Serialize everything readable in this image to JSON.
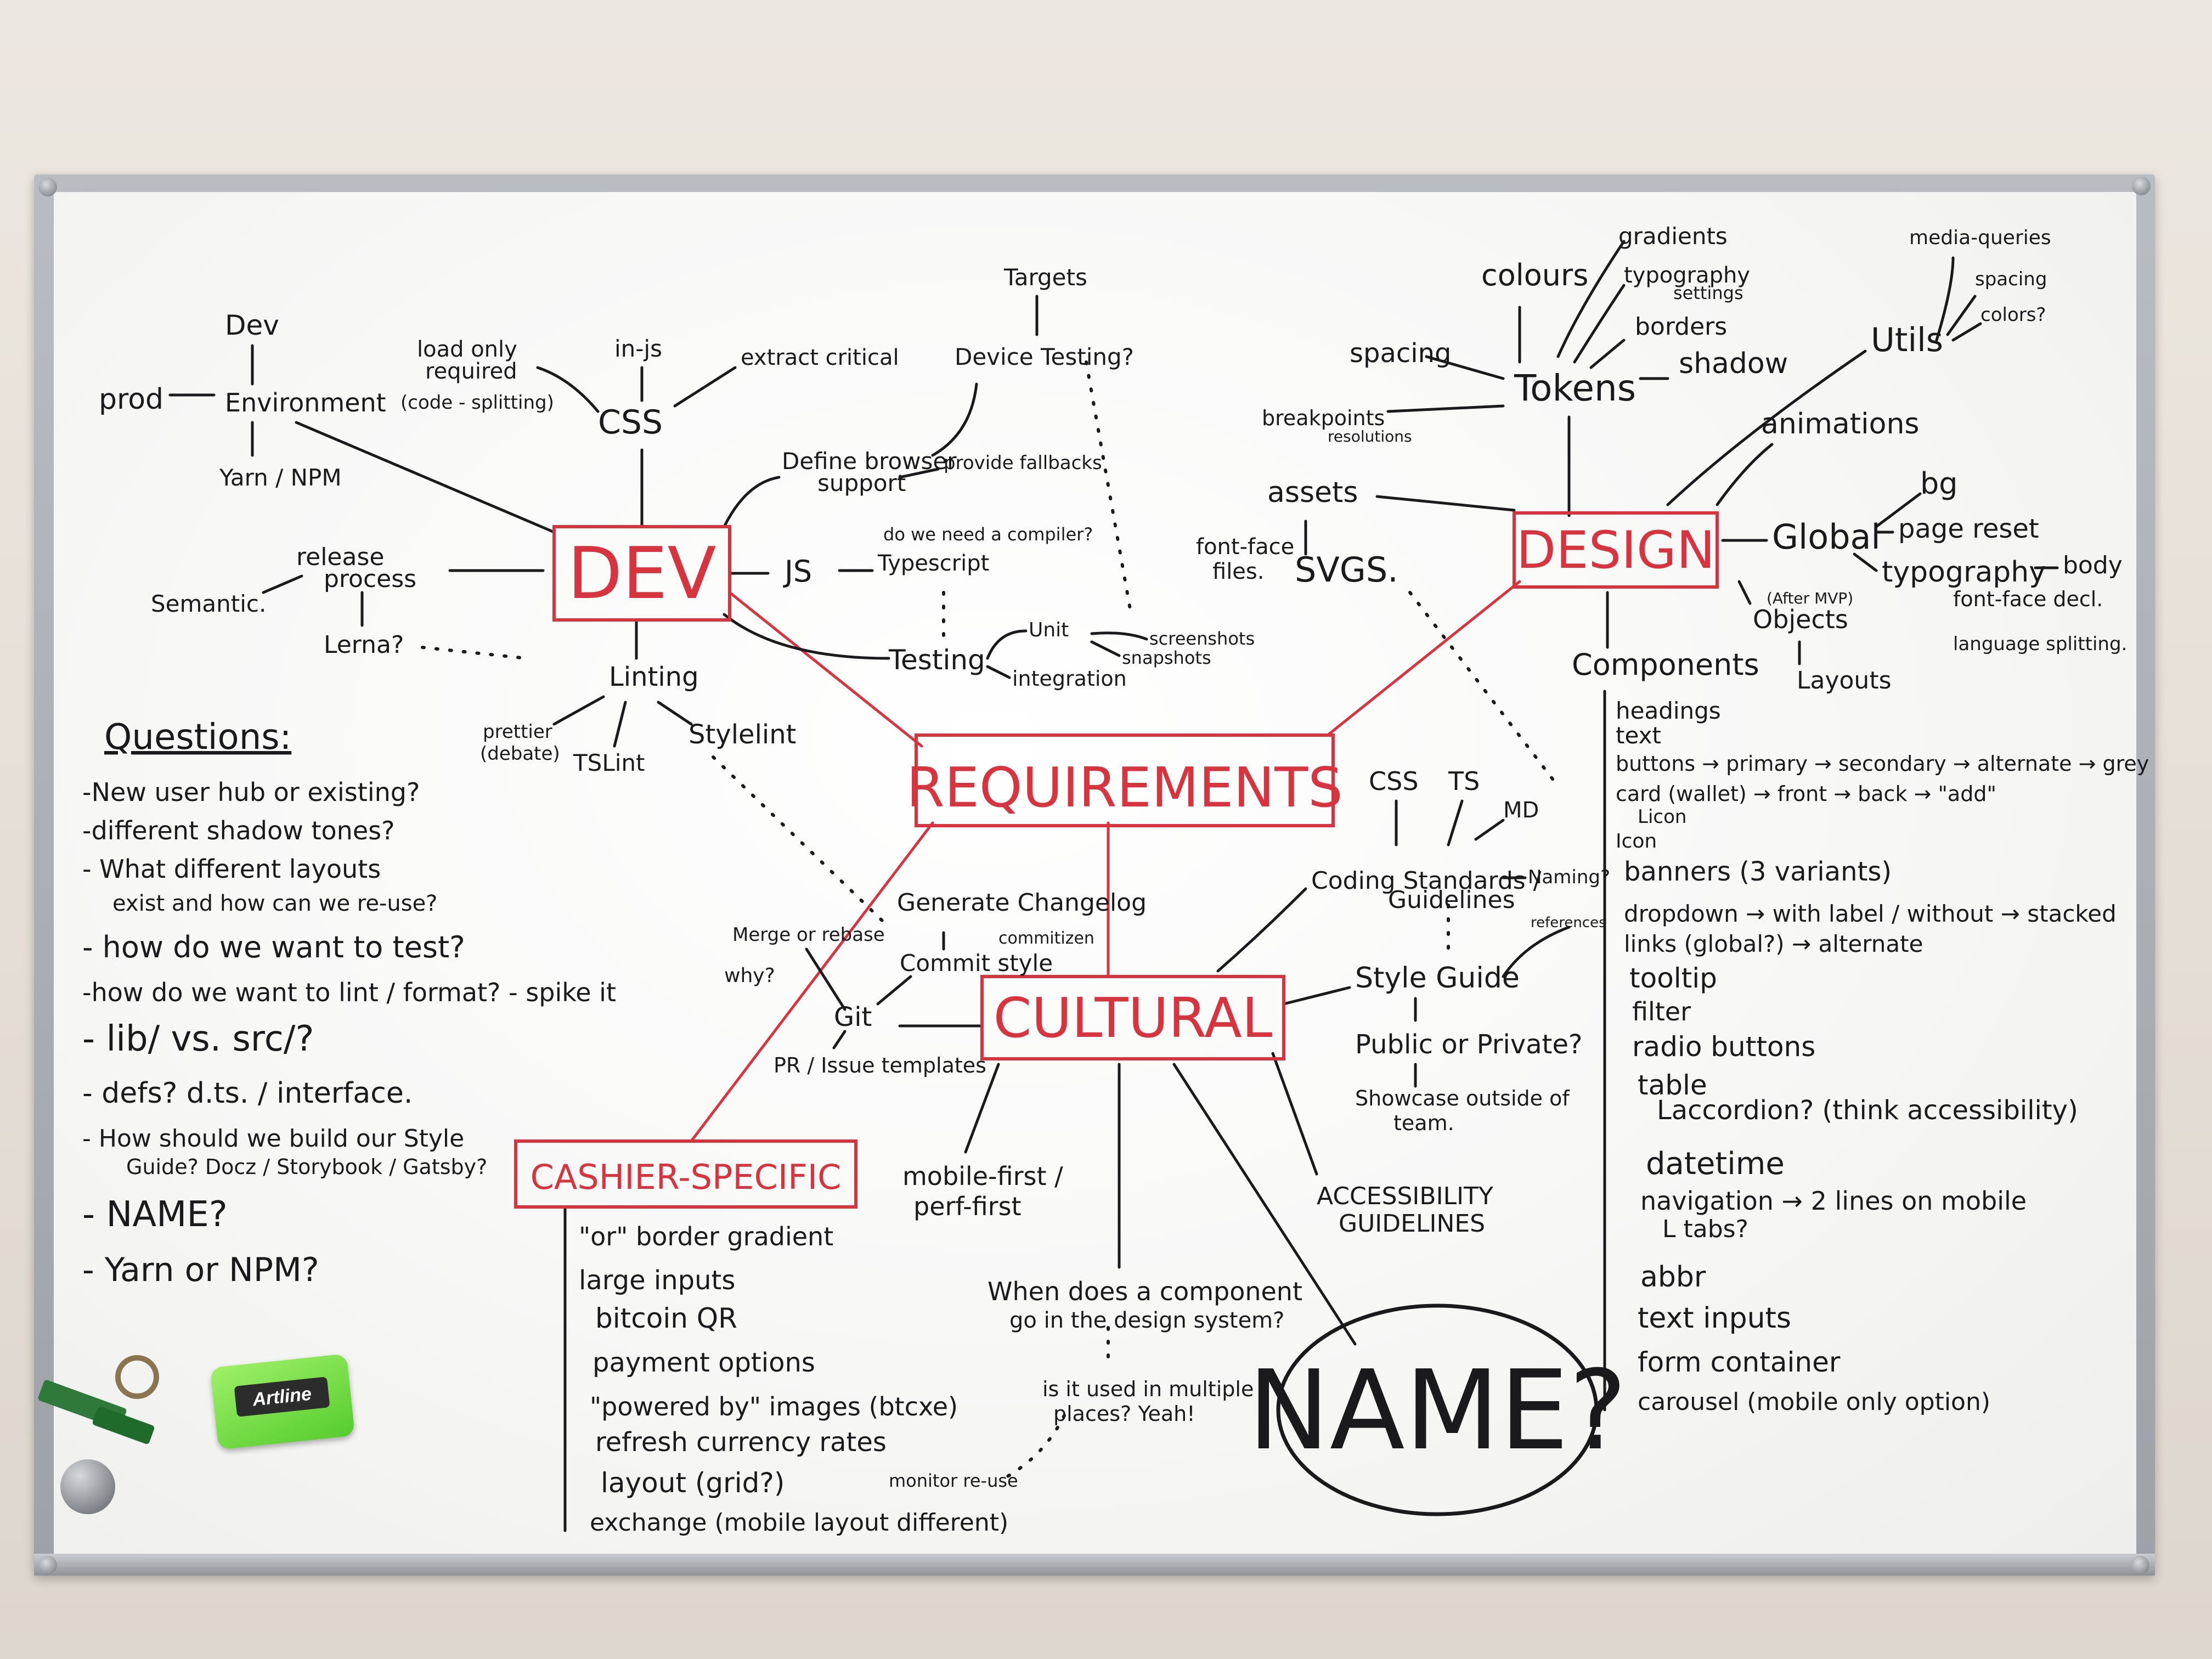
{
  "hubs": {
    "requirements": "REQUIREMENTS",
    "dev": "DEV",
    "design": "DESIGN",
    "cultural": "CULTURAL",
    "cashier_specific": "CASHIER-SPECIFIC",
    "name": "NAME?"
  },
  "dev_branch": {
    "environment": "Environment",
    "dev": "Dev",
    "prod": "prod",
    "yarn_npm": "Yarn / NPM",
    "css": "CSS",
    "in_js": "in-js",
    "load_only_1": "load only",
    "load_only_2": "required",
    "load_only_3": "(code - splitting)",
    "extract_critical": "extract critical",
    "release_1": "release",
    "release_2": "process",
    "semantic": "Semantic.",
    "lerna": "Lerna?",
    "linting": "Linting",
    "prettier_1": "prettier",
    "prettier_2": "(debate)",
    "tslint": "TSLint",
    "stylelint": "Stylelint",
    "js": "JS",
    "compiler_q": "do we need a compiler?",
    "typescript": "Typescript",
    "browser_1": "Define browser",
    "browser_2": "support",
    "fallbacks": "provide fallbacks",
    "device_testing": "Device Testing?",
    "targets": "Targets",
    "testing": "Testing",
    "unit": "Unit",
    "integration": "integration",
    "screenshots": "screenshots",
    "snapshots": "snapshots"
  },
  "design_branch": {
    "tokens": "Tokens",
    "colours": "colours",
    "gradients": "gradients",
    "typography_1": "typography",
    "typography_2": "settings",
    "borders": "borders",
    "shadow": "shadow",
    "spacing": "spacing",
    "breakpoints": "breakpoints",
    "resolutions": "resolutions",
    "utils": "Utils",
    "media_queries": "media-queries",
    "utils_spacing": "spacing",
    "utils_colors": "colors?",
    "animations": "animations",
    "assets": "assets",
    "font_face_1": "font-face",
    "font_face_2": "files.",
    "svgs": "SVGS.",
    "global": "Global",
    "bg": "bg",
    "page_reset": "page reset",
    "typography_g": "typography",
    "body": "body",
    "font_face_decl": "font-face decl.",
    "language_splitting": "language splitting.",
    "after_mvp": "(After MVP)",
    "objects": "Objects",
    "layouts": "Layouts",
    "components": "Components",
    "component_items": [
      "headings",
      "text",
      "buttons → primary → secondary → alternate → grey",
      "card (wallet) → front → back → \"add\"",
      "Licon",
      "Icon",
      "banners (3 variants)",
      "dropdown → with label / without → stacked",
      "links (global?) → alternate",
      "tooltip",
      "filter",
      "radio buttons",
      "table",
      "Laccordion? (think accessibility)",
      "datetime",
      "navigation → 2 lines on mobile",
      "L tabs?",
      "abbr",
      "text inputs",
      "form container",
      "carousel (mobile only option)"
    ]
  },
  "cultural_branch": {
    "coding_1": "Coding Standards /",
    "coding_2": "Guidelines",
    "css": "CSS",
    "ts": "TS",
    "md": "MD",
    "naming": "Naming?",
    "references": "references",
    "style_guide": "Style Guide",
    "public_private": "Public or Private?",
    "showcase_1": "Showcase outside of",
    "showcase_2": "team.",
    "accessibility_1": "ACCESSIBILITY",
    "accessibility_2": "GUIDELINES",
    "generate_changelog": "Generate Changelog",
    "commitizen": "commitizen",
    "commit_style": "Commit style",
    "merge_rebase": "Merge or rebase",
    "why": "why?",
    "git": "Git",
    "pr_templates": "PR / Issue templates",
    "mobile_first": "mobile-first /",
    "perf_first": "perf-first",
    "when_1": "When does a component",
    "when_2": "go in the design system?",
    "used_1": "is it used in multiple",
    "used_2": "places? Yeah!",
    "monitor_reuse": "monitor re-use"
  },
  "cashier_branch": {
    "items": [
      "\"or\" border gradient",
      "large inputs",
      "bitcoin QR",
      "payment options",
      "\"powered by\" images (btcxe)",
      "refresh currency rates",
      "layout (grid?)",
      "exchange (mobile layout different)"
    ]
  },
  "questions": {
    "title": "Questions:",
    "items": [
      "-New user hub or existing?",
      "-different shadow tones?",
      "- What different layouts",
      "exist and how can we re-use?",
      "- how do we want to test?",
      "-how do we want to lint / format? - spike it",
      "- lib/ vs. src/?",
      "- defs? d.ts. / interface.",
      "- How should we build our Style",
      "Guide? Docz / Storybook / Gatsby?",
      "- NAME?",
      "- Yarn or NPM?"
    ]
  },
  "eraser": {
    "brand": "Artline"
  },
  "colors": {
    "marker_red": "#d8343f",
    "marker_black": "#1a1a1c",
    "eraser_green": "#6bdc3a"
  }
}
